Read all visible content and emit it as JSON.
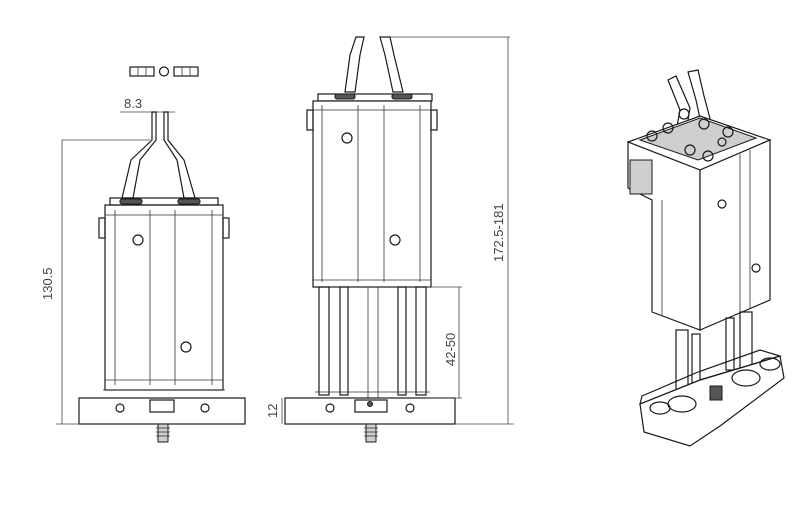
{
  "dimensions": {
    "finger_width": "8.3",
    "overall_height": "130.5",
    "extended_height": "172.5-181",
    "stroke": "42-50",
    "base_height": "12"
  }
}
